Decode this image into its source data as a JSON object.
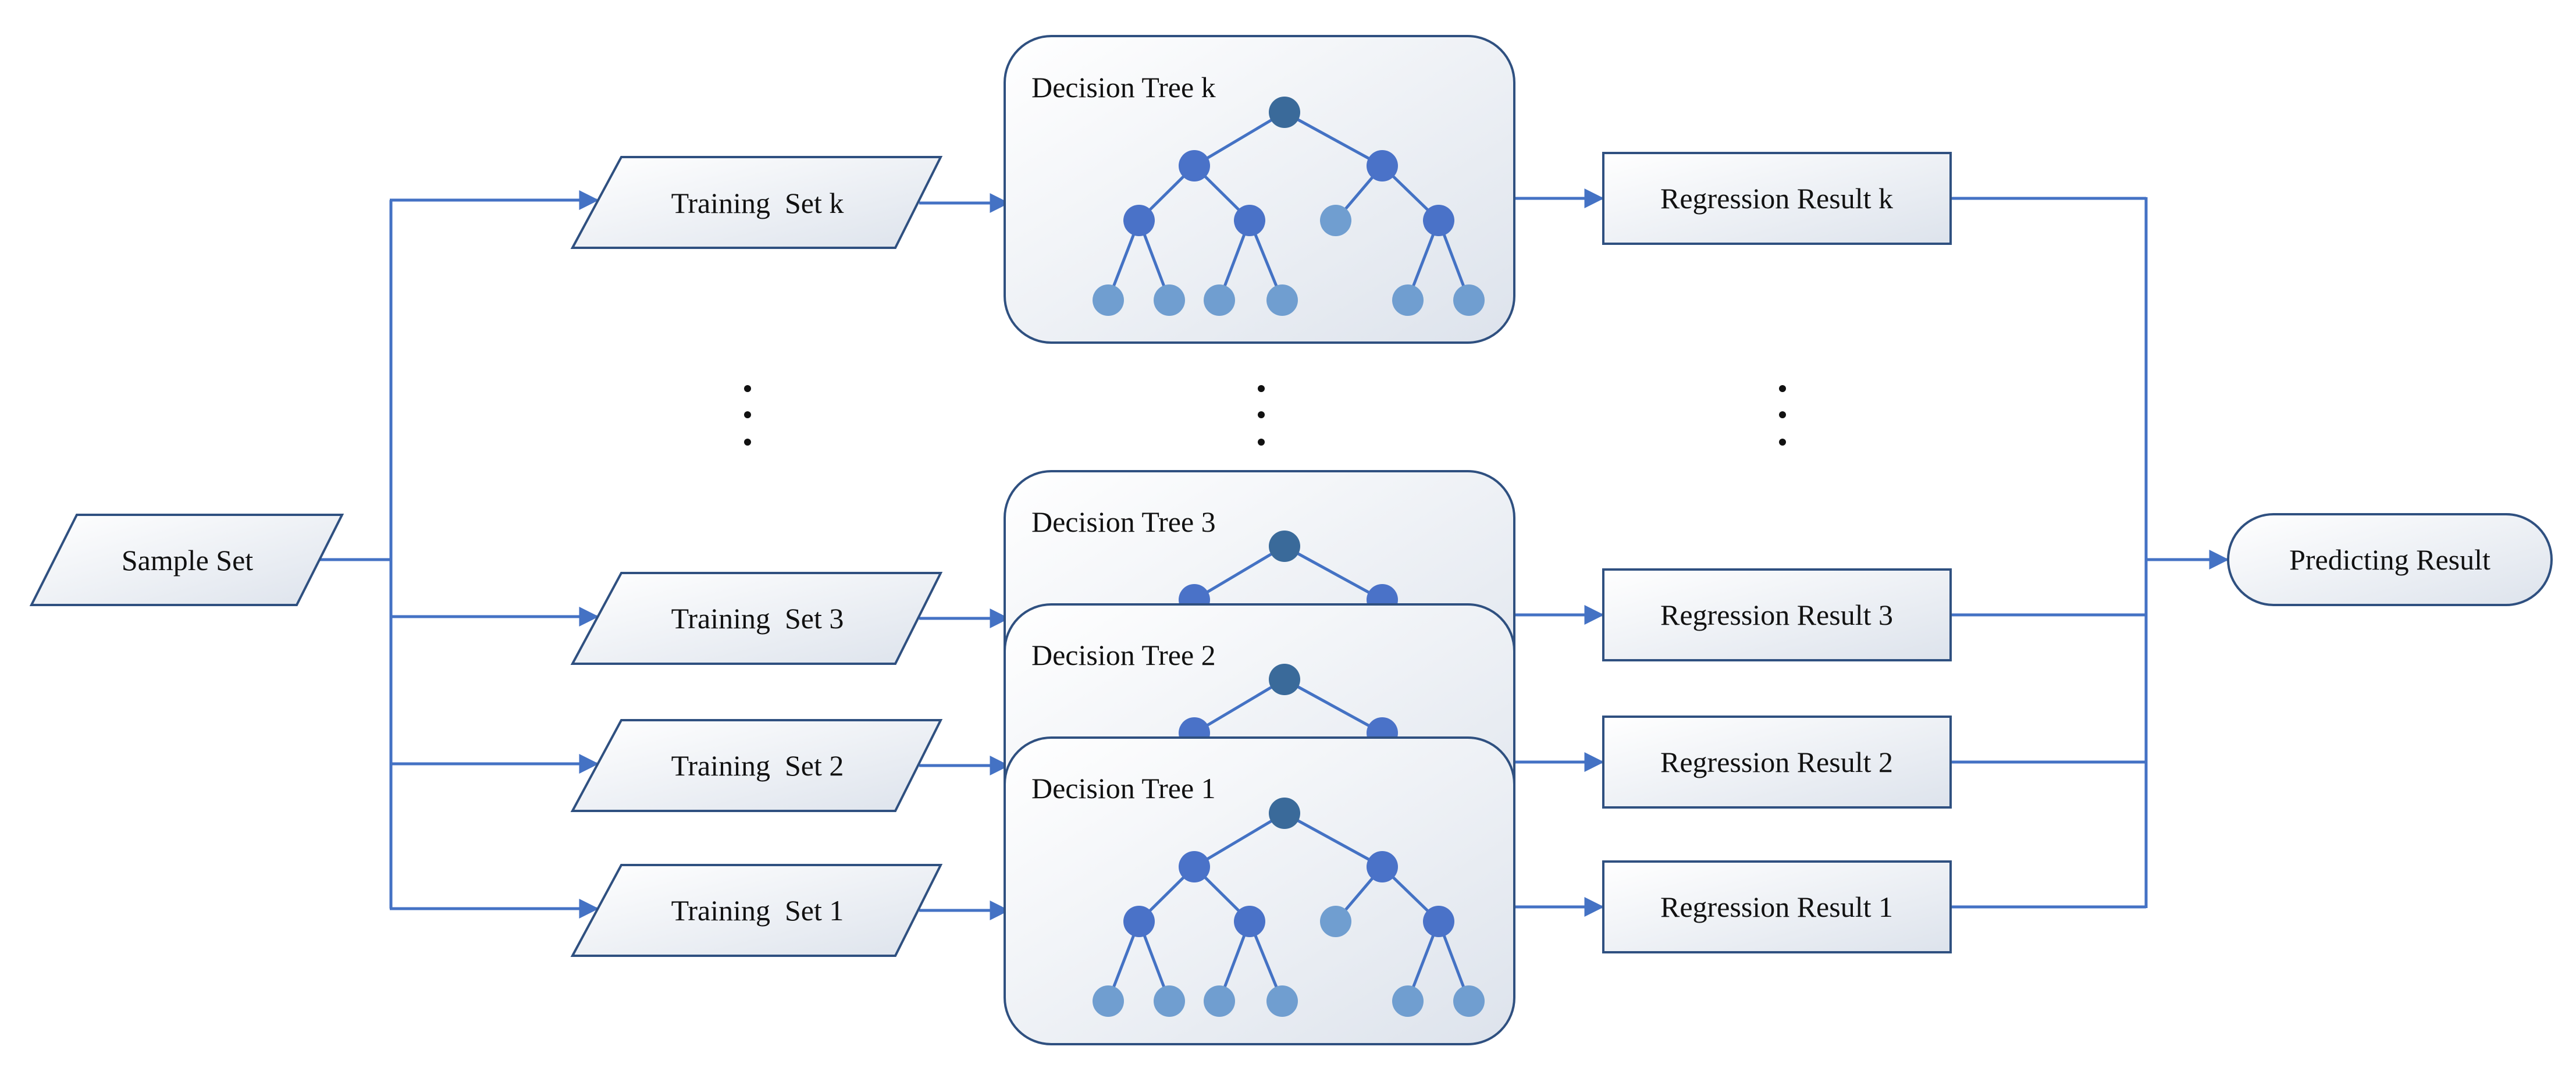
{
  "colors": {
    "line": "#4472c4",
    "border": "#2f5080",
    "root_node": "#3a6a9a",
    "inner_node": "#4a72c8",
    "leaf_node": "#709ed0",
    "shape_fill_start": "#ffffff",
    "shape_fill_end": "#dde3ec",
    "text": "#111111"
  },
  "sample_set": {
    "label": "Sample Set"
  },
  "training_sets": [
    {
      "label": "Training  Set k"
    },
    {
      "label": "Training  Set 3"
    },
    {
      "label": "Training  Set 2"
    },
    {
      "label": "Training  Set 1"
    }
  ],
  "decision_trees": [
    {
      "label": "Decision Tree k"
    },
    {
      "label": "Decision Tree 3"
    },
    {
      "label": "Decision Tree 2"
    },
    {
      "label": "Decision Tree 1"
    }
  ],
  "regression_results": [
    {
      "label": "Regression Result k"
    },
    {
      "label": "Regression Result 3"
    },
    {
      "label": "Regression Result 2"
    },
    {
      "label": "Regression Result 1"
    }
  ],
  "predicting_result": {
    "label": "Predicting Result"
  }
}
